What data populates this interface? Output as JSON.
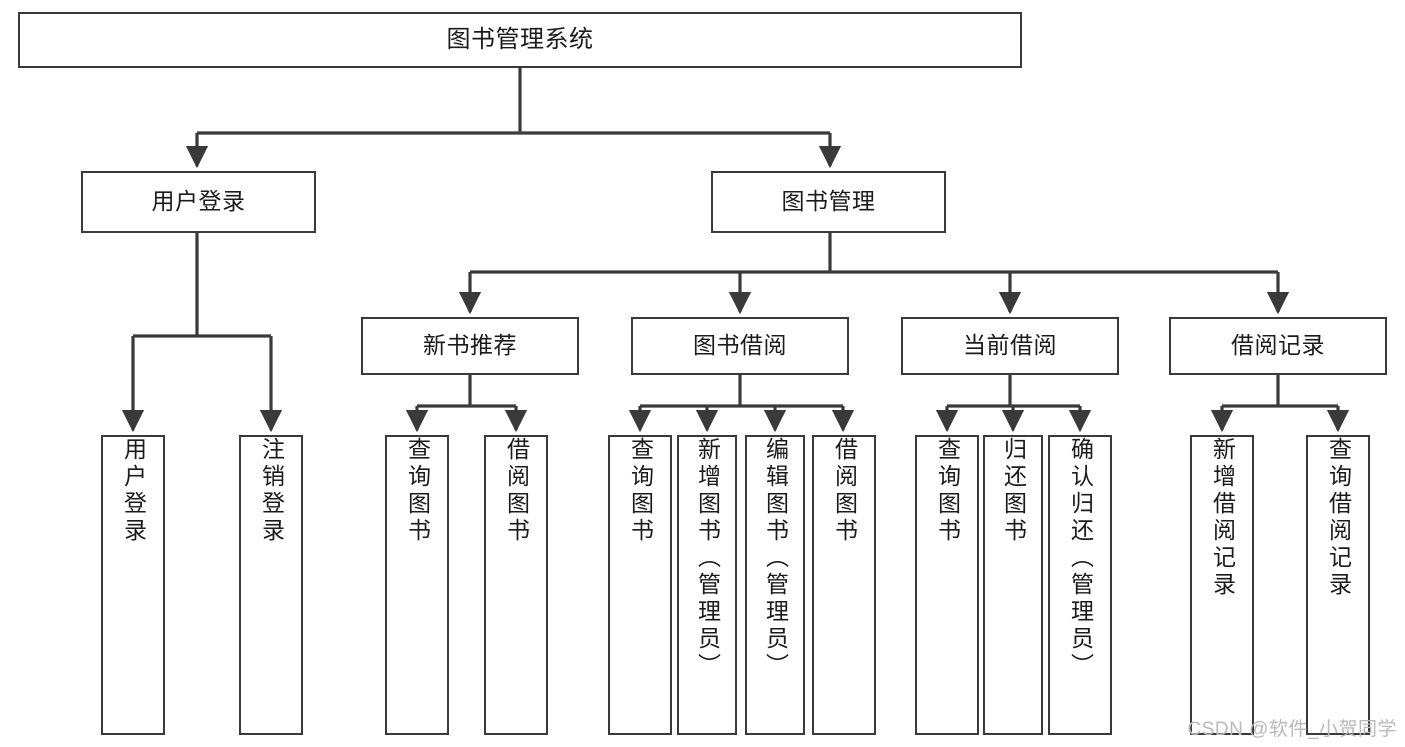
{
  "diagram": {
    "type": "tree",
    "title": "图书管理系统",
    "orientation": "top-down",
    "line_color": "#3a3a3a",
    "box_fill": "#ffffff",
    "text_color": "#1b1b1b"
  },
  "root": {
    "label": "图书管理系统"
  },
  "level2": [
    {
      "label": "用户登录"
    },
    {
      "label": "图书管理"
    }
  ],
  "level3": [
    {
      "label": "新书推荐"
    },
    {
      "label": "图书借阅"
    },
    {
      "label": "当前借阅"
    },
    {
      "label": "借阅记录"
    }
  ],
  "leaves": {
    "user_login": [
      {
        "label": "用户登录"
      },
      {
        "label": "注销登录"
      }
    ],
    "new_book": [
      {
        "label": "查询图书"
      },
      {
        "label": "借阅图书"
      }
    ],
    "book_borrow": [
      {
        "label": "查询图书"
      },
      {
        "label": "新增图书（管理员）"
      },
      {
        "label": "编辑图书（管理员）"
      },
      {
        "label": "借阅图书"
      }
    ],
    "current_borrow": [
      {
        "label": "查询图书"
      },
      {
        "label": "归还图书"
      },
      {
        "label": "确认归还（管理员）"
      }
    ],
    "borrow_record": [
      {
        "label": "新增借阅记录"
      },
      {
        "label": "查询借阅记录"
      }
    ]
  },
  "watermark": {
    "text": "CSDN @软件_小贺同学",
    "color": "#b9b9b9"
  }
}
